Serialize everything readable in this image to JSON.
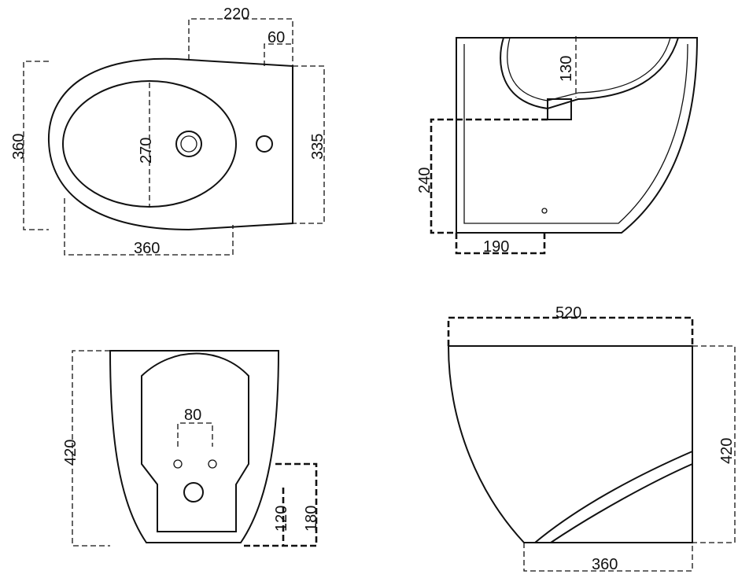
{
  "views": {
    "top_view": {
      "dims": {
        "width_rear": "220",
        "hole_offset": "60",
        "depth": "360",
        "bowl": "270",
        "rear_height": "335",
        "length": "360"
      }
    },
    "section_view": {
      "dims": {
        "bowl_depth": "130",
        "outlet_height": "240",
        "outlet_offset": "190"
      }
    },
    "front_view": {
      "dims": {
        "bolt_spacing": "80",
        "height": "420",
        "lower_hole": "120",
        "upper_hole": "180"
      }
    },
    "side_view": {
      "dims": {
        "length": "520",
        "height": "420",
        "base": "360"
      }
    }
  }
}
